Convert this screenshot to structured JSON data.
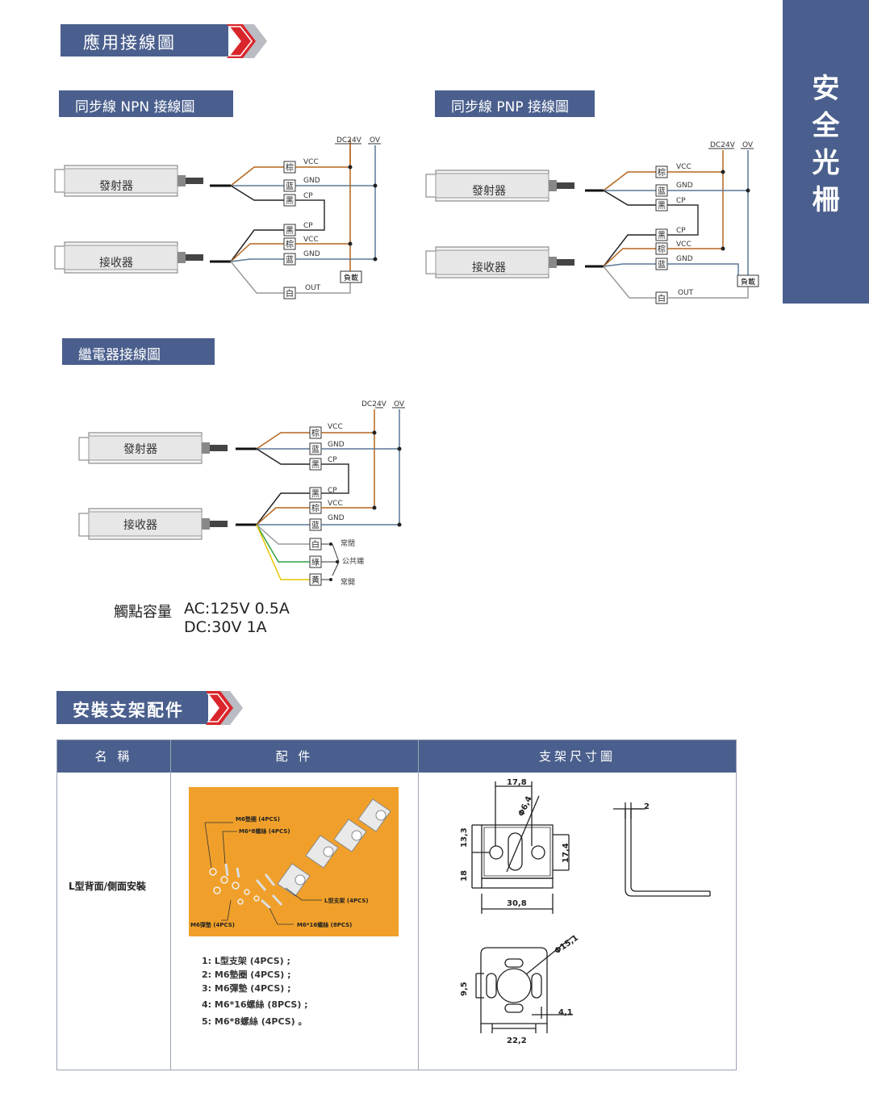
{
  "side_tab": {
    "chars": [
      "安",
      "全",
      "光",
      "柵"
    ]
  },
  "sections": {
    "wiring": "應用接線圖",
    "bracket": "安裝支架配件"
  },
  "subsections": {
    "npn": "同步線 NPN 接線圖",
    "pnp": "同步線 PNP 接線圖",
    "relay": "繼電器接線圖"
  },
  "labels": {
    "emitter": "發射器",
    "receiver": "接收器",
    "dc24v": "DC24V",
    "ov": "OV",
    "vcc": "VCC",
    "gnd": "GND",
    "cp": "CP",
    "out": "OUT",
    "load": "負載",
    "brown": "棕",
    "blue": "蓝",
    "black": "黑",
    "white": "白",
    "green": "綠",
    "yellow": "黃",
    "nc": "常閉",
    "com": "公共端",
    "no": "常開"
  },
  "contact": {
    "label": "觸點容量",
    "ac": "AC:125V 0.5A",
    "dc": "DC:30V 1A"
  },
  "table": {
    "headers": [
      "名 稱",
      "配 件",
      "支架尺寸圖"
    ],
    "name": "L型背面/側面安裝",
    "photo_labels": {
      "washer": "M6墊圈 (4PCS)",
      "screw8": "M6*8螺絲 (4PCS)",
      "bracket": "L型支架 (4PCS)",
      "spring": "M6彈墊 (4PCS)",
      "screw16": "M6*16螺絲 (8PCS)"
    },
    "parts": [
      "1: L型支架 (4PCS) ;",
      "2: M6墊圈 (4PCS) ;",
      "3: M6彈墊 (4PCS) ;",
      "4: M6*16螺絲 (8PCS) ;",
      "5: M6*8螺絲 (4PCS) 。"
    ],
    "dims": {
      "w1": "17,8",
      "d1": "Φ6,4",
      "h1": "13,3",
      "h2": "18",
      "h3": "17,4",
      "w2": "30,8",
      "t": "2",
      "d2": "Φ15,1",
      "h4": "9,5",
      "w3": "4,1",
      "w4": "22,2"
    }
  },
  "colors": {
    "navy": "#4a5f8d",
    "arrow_red": "#d9262c",
    "brown_wire": "#b5651d",
    "blue_wire": "#5a7898",
    "orange_photo": "#f0a02a"
  }
}
